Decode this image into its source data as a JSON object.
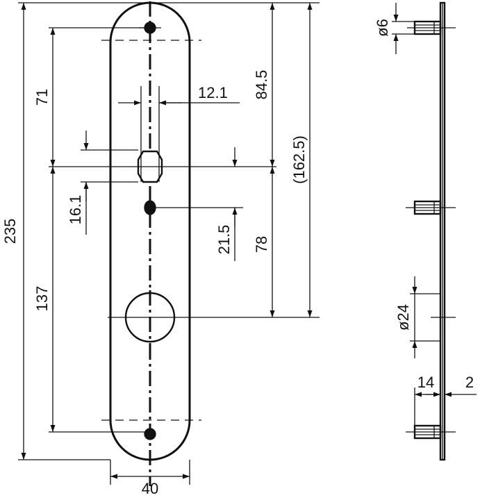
{
  "drawing": {
    "dimensions": {
      "overall_length": "235",
      "upper_to_handle": "71",
      "handle_square": "12.1",
      "top_to_handle": "84.5",
      "handle_to_cylinder_total": "(162.5)",
      "handle_offset": "16.1",
      "screw_offset": "21.5",
      "handle_to_cylinder": "78",
      "handle_to_lower": "137",
      "width": "40",
      "pin_diameter": "ø6",
      "cylinder_diameter": "ø24",
      "pin_length": "14",
      "plate_thickness": "2"
    }
  }
}
